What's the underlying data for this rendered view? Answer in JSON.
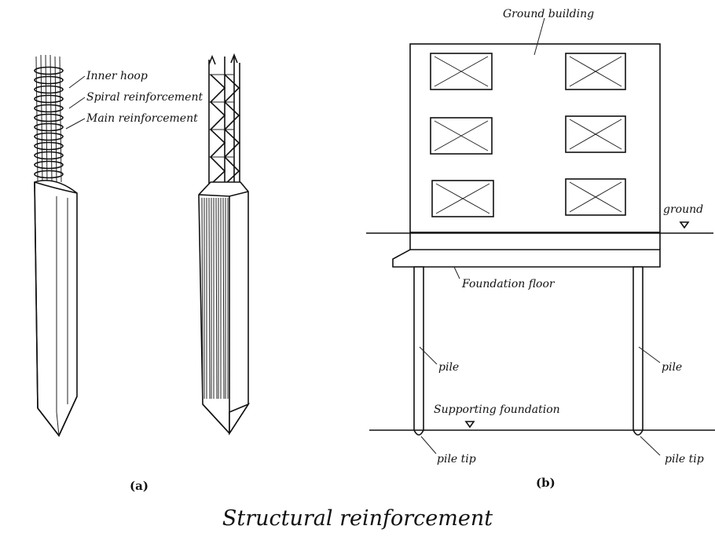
{
  "figure_a": {
    "labels": {
      "inner_hoop": "Inner hoop",
      "spiral_reinforcement": "Spiral reinforcement",
      "main_reinforcement": "Main reinforcement"
    },
    "sub_label": "(a)"
  },
  "figure_b": {
    "labels": {
      "ground_building": "Ground building",
      "ground": "ground",
      "foundation_floor": "Foundation floor",
      "pile_left": "pile",
      "pile_right": "pile",
      "supporting_foundation": "Supporting foundation",
      "pile_tip_left": "pile tip",
      "pile_tip_right": "pile tip"
    },
    "sub_label": "(b)"
  },
  "caption": "Structural reinforcement"
}
